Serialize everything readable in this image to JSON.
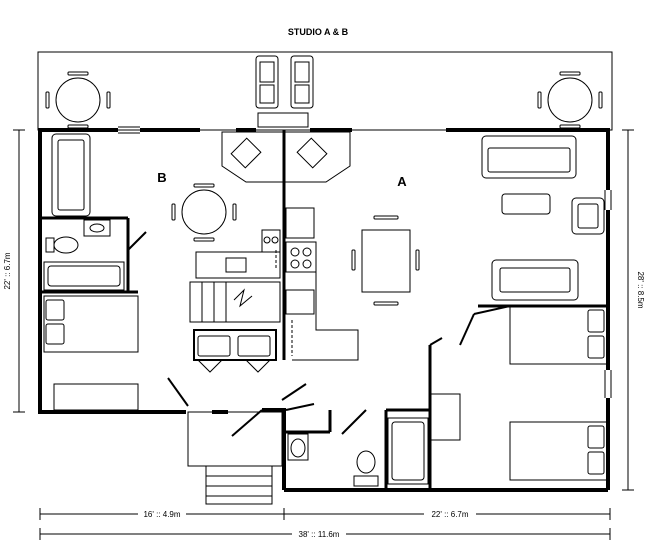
{
  "title": "STUDIO A & B",
  "rooms": {
    "a": "A",
    "b": "B"
  },
  "dimensions": {
    "left_height": "22' :: 6.7m",
    "right_height": "28' :: 8.5m",
    "bottom_left": "16' :: 4.9m",
    "bottom_right": "22' :: 6.7m",
    "bottom_total": "38' :: 11.6m"
  }
}
